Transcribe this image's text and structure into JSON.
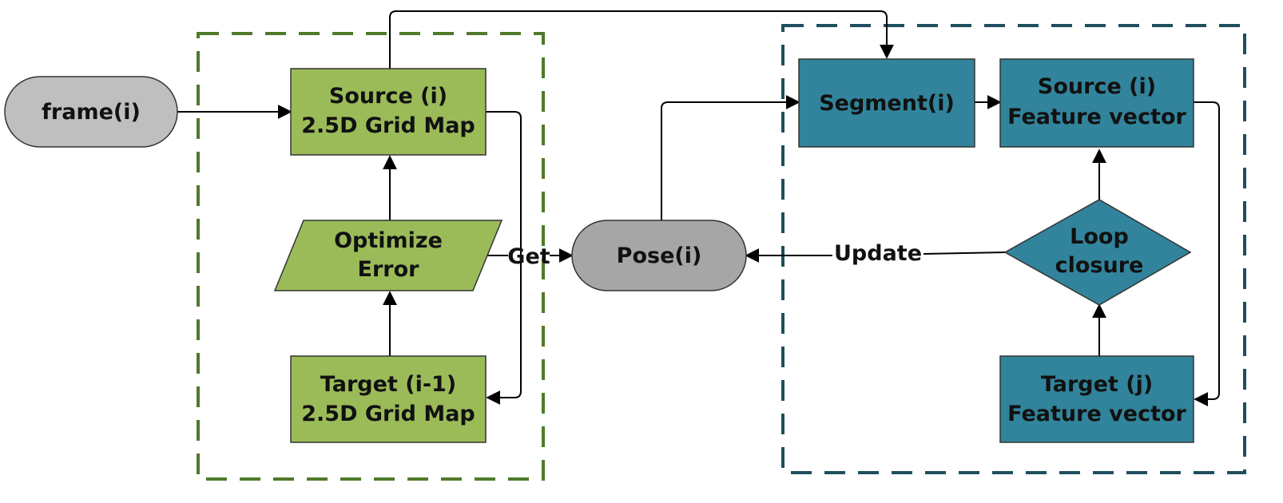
{
  "nodes": {
    "frame": {
      "label": "frame(i)"
    },
    "source_map": {
      "line1": "Source (i)",
      "line2": "2.5D Grid Map"
    },
    "optimize": {
      "line1": "Optimize",
      "line2": "Error"
    },
    "target_map": {
      "line1": "Target (i-1)",
      "line2": "2.5D Grid Map"
    },
    "pose": {
      "label": "Pose(i)"
    },
    "segment": {
      "label": "Segment(i)"
    },
    "source_vec": {
      "line1": "Source (i)",
      "line2": "Feature vector"
    },
    "loop": {
      "line1": "Loop",
      "line2": "closure"
    },
    "target_vec": {
      "line1": "Target (j)",
      "line2": "Feature vector"
    }
  },
  "edges": {
    "get": "Get",
    "update": "Update"
  },
  "colors": {
    "green_fill": "#9bbb59",
    "green_border": "#4f7a2a",
    "teal_fill": "#31849b",
    "teal_border": "#1f4e5f",
    "gray_fill": "#bfbfbf",
    "pose_fill": "#a6a6a6"
  }
}
